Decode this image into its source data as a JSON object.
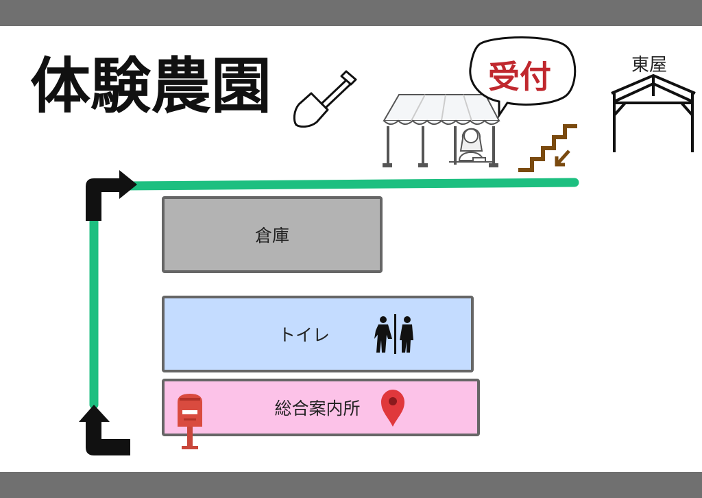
{
  "map": {
    "title": "体験農園",
    "reception_label": "受付",
    "gazebo_label": "東屋",
    "storage_label": "倉庫",
    "toilet_label": "トイレ",
    "info_label": "総合案内所"
  },
  "colors": {
    "path": "#1dbf80",
    "frame": "#707070",
    "storage": "#b3b3b3",
    "toilet": "#c4dcff",
    "info": "#fcc2e8",
    "reception_text": "#c0282e",
    "stairs": "#7a4a0f",
    "pin": "#e0383c",
    "mailbox": "#d94b3f"
  },
  "icons": [
    "shovel-icon",
    "tent-icon",
    "staff-icon",
    "speech-bubble-icon",
    "stairs-icon",
    "gazebo-icon",
    "toilet-icon",
    "location-pin-icon",
    "mailbox-icon",
    "turn-arrow-icon"
  ]
}
